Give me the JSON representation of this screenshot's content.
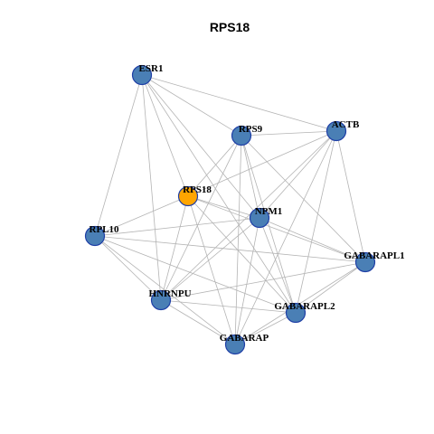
{
  "title": "RPS18",
  "colors": {
    "node_fill": "#4a7fb5",
    "highlight_fill": "#ffa500",
    "node_border": "#1f3fa6",
    "edge": "#b4b4b4"
  },
  "nodes": [
    {
      "id": "ESR1",
      "label": "ESR1",
      "highlight": false
    },
    {
      "id": "RPS9",
      "label": "RPS9",
      "highlight": false
    },
    {
      "id": "ACTB",
      "label": "ACTB",
      "highlight": false
    },
    {
      "id": "RPS18",
      "label": "RPS18",
      "highlight": true
    },
    {
      "id": "NPM1",
      "label": "NPM1",
      "highlight": false
    },
    {
      "id": "RPL10",
      "label": "RPL10",
      "highlight": false
    },
    {
      "id": "GABARAPL1",
      "label": "GABARAPL1",
      "highlight": false
    },
    {
      "id": "HNRNPU",
      "label": "HNRNPU",
      "highlight": false
    },
    {
      "id": "GABARAPL2",
      "label": "GABARAPL2",
      "highlight": false
    },
    {
      "id": "GABARAP",
      "label": "GABARAP",
      "highlight": false
    }
  ],
  "edges": [
    [
      "ESR1",
      "ACTB"
    ],
    [
      "ESR1",
      "RPS9"
    ],
    [
      "ESR1",
      "NPM1"
    ],
    [
      "ESR1",
      "RPS18"
    ],
    [
      "ESR1",
      "RPL10"
    ],
    [
      "ESR1",
      "HNRNPU"
    ],
    [
      "ESR1",
      "GABARAPL2"
    ],
    [
      "RPS9",
      "ACTB"
    ],
    [
      "RPS9",
      "RPS18"
    ],
    [
      "RPS9",
      "NPM1"
    ],
    [
      "RPS9",
      "HNRNPU"
    ],
    [
      "RPS9",
      "GABARAP"
    ],
    [
      "RPS9",
      "GABARAPL1"
    ],
    [
      "RPS9",
      "GABARAPL2"
    ],
    [
      "ACTB",
      "RPS18"
    ],
    [
      "ACTB",
      "NPM1"
    ],
    [
      "ACTB",
      "GABARAPL1"
    ],
    [
      "ACTB",
      "GABARAPL2"
    ],
    [
      "ACTB",
      "GABARAP"
    ],
    [
      "ACTB",
      "HNRNPU"
    ],
    [
      "RPS18",
      "NPM1"
    ],
    [
      "RPS18",
      "RPL10"
    ],
    [
      "RPS18",
      "HNRNPU"
    ],
    [
      "RPS18",
      "GABARAP"
    ],
    [
      "RPS18",
      "GABARAPL2"
    ],
    [
      "RPS18",
      "GABARAPL1"
    ],
    [
      "NPM1",
      "RPL10"
    ],
    [
      "NPM1",
      "GABARAPL1"
    ],
    [
      "NPM1",
      "GABARAPL2"
    ],
    [
      "NPM1",
      "GABARAP"
    ],
    [
      "NPM1",
      "HNRNPU"
    ],
    [
      "RPL10",
      "HNRNPU"
    ],
    [
      "RPL10",
      "GABARAP"
    ],
    [
      "RPL10",
      "GABARAPL2"
    ],
    [
      "RPL10",
      "GABARAPL1"
    ],
    [
      "GABARAPL1",
      "GABARAPL2"
    ],
    [
      "GABARAPL1",
      "GABARAP"
    ],
    [
      "GABARAPL1",
      "HNRNPU"
    ],
    [
      "HNRNPU",
      "GABARAPL2"
    ],
    [
      "HNRNPU",
      "GABARAP"
    ],
    [
      "GABARAPL2",
      "GABARAP"
    ]
  ]
}
